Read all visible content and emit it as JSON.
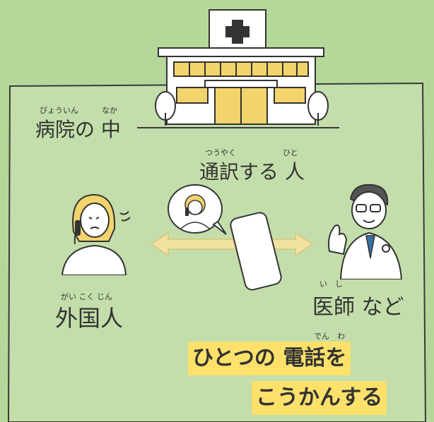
{
  "hospital": {
    "ruby": "びょういん　　　なか",
    "label": "病院の 中"
  },
  "interpreter": {
    "ruby": "つうやく　　　　　　ひと",
    "label": "通訳する 人"
  },
  "foreigner": {
    "ruby": "がい こく じん",
    "label": "外国人"
  },
  "doctor": {
    "ruby": "い　し",
    "label": "医師 など"
  },
  "caption": {
    "ruby": "でん　わ",
    "line1": "ひとつの 電話を",
    "line2": "こうかんする"
  },
  "colors": {
    "background": "#b5d89a",
    "room": "#c9e1ad",
    "building": "#f3d36b",
    "highlight": "#fde16b",
    "arrow": "#f2e2a0"
  }
}
